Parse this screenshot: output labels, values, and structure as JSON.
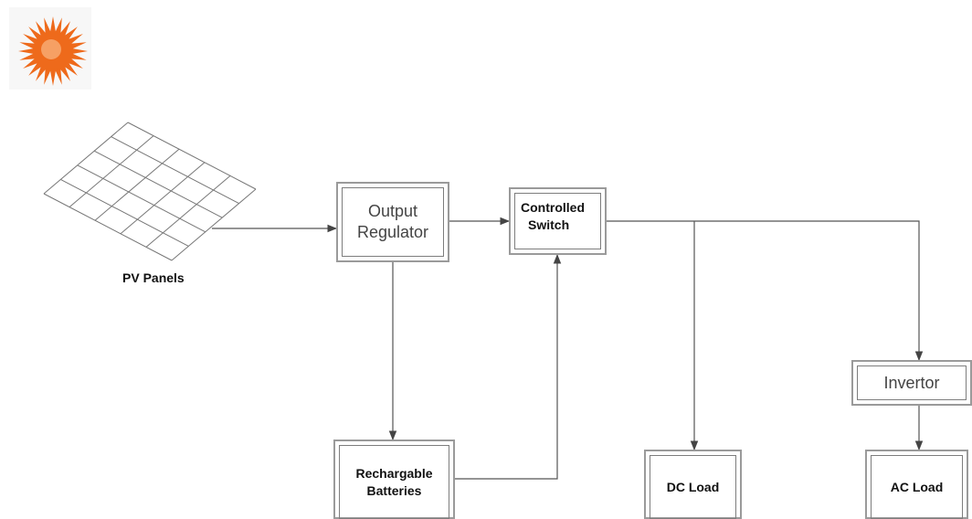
{
  "icons": {
    "logo": "sun-icon"
  },
  "colors": {
    "sun_outer": "#ee6a1b",
    "sun_inner": "#f6a064",
    "lines": "#555555"
  },
  "diagram": {
    "pv_panels": {
      "label": "PV Panels"
    },
    "output_regulator": {
      "line1": "Output",
      "line2": "Regulator"
    },
    "controlled_switch": {
      "line1": "Controlled",
      "line2": "Switch"
    },
    "rechargable_batteries": {
      "line1": "Rechargable",
      "line2": "Batteries"
    },
    "dc_load": {
      "label": "DC Load"
    },
    "invertor": {
      "label": "Invertor"
    },
    "ac_load": {
      "label": "AC Load"
    }
  }
}
